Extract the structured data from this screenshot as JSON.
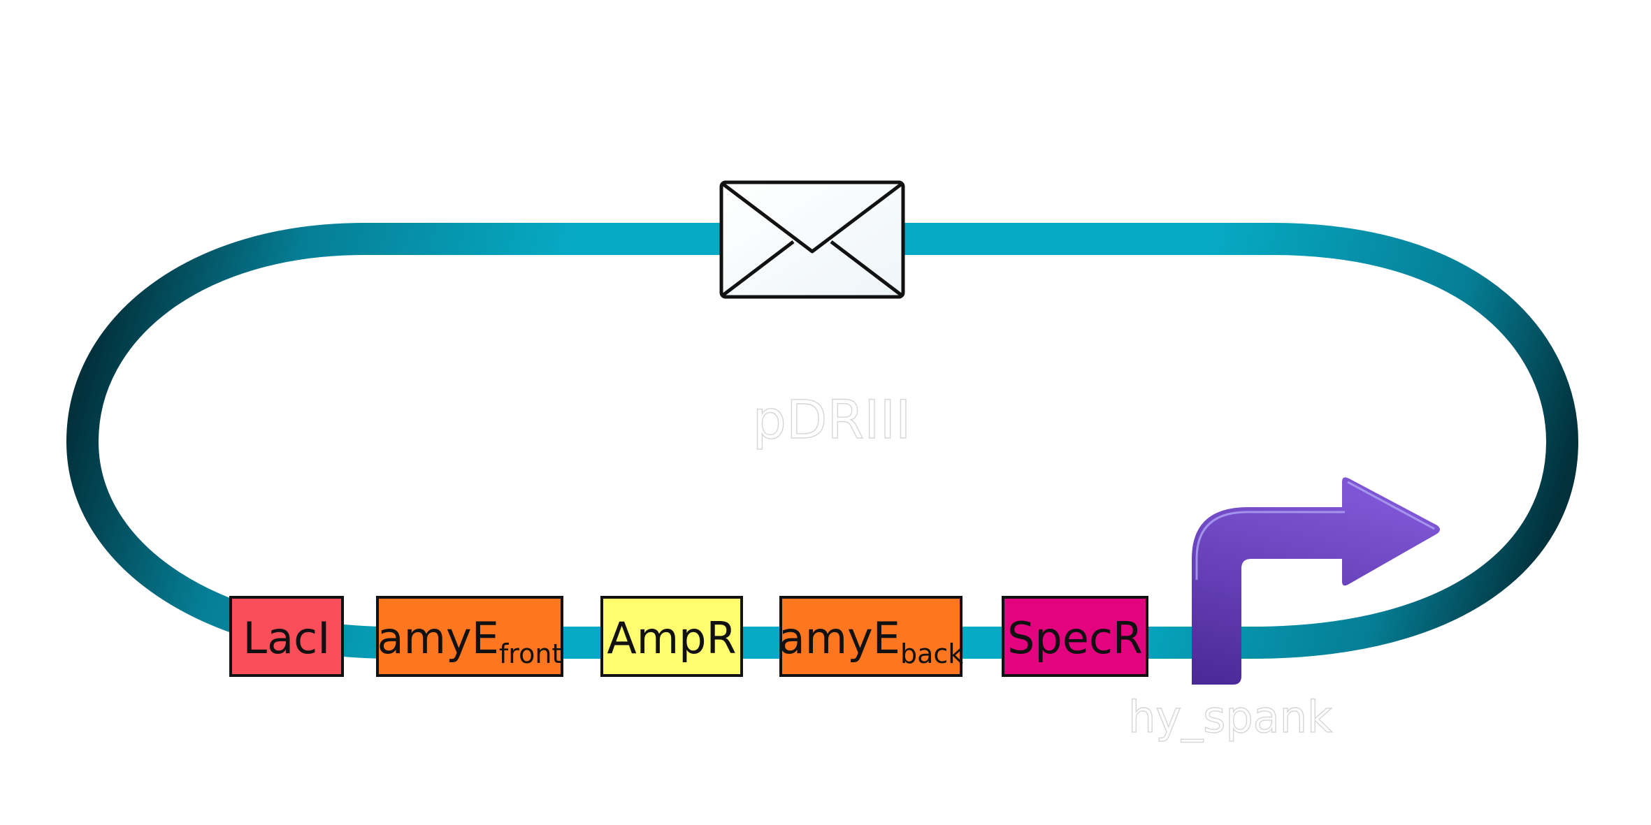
{
  "plasmid": {
    "name": "pDRIII",
    "backbone_color": "#07AAC4",
    "backbone_shadow_color": "#033E4A"
  },
  "parts": [
    {
      "id": "laci",
      "label": "LacI",
      "subscript": "",
      "color": "#FA4F5B"
    },
    {
      "id": "amye-front",
      "label": "amyE",
      "subscript": "front",
      "color": "#FF7620"
    },
    {
      "id": "ampr",
      "label": "AmpR",
      "subscript": "",
      "color": "#FFFC6D"
    },
    {
      "id": "amye-back",
      "label": "amyE",
      "subscript": "back",
      "color": "#FF7620"
    },
    {
      "id": "specr",
      "label": "SpecR",
      "subscript": "",
      "color": "#E3037E"
    }
  ],
  "promoter": {
    "label": "hy_spank",
    "color": "#6139B0",
    "icon": "bent-arrow-promoter-icon"
  },
  "origin": {
    "icon": "envelope-icon"
  }
}
